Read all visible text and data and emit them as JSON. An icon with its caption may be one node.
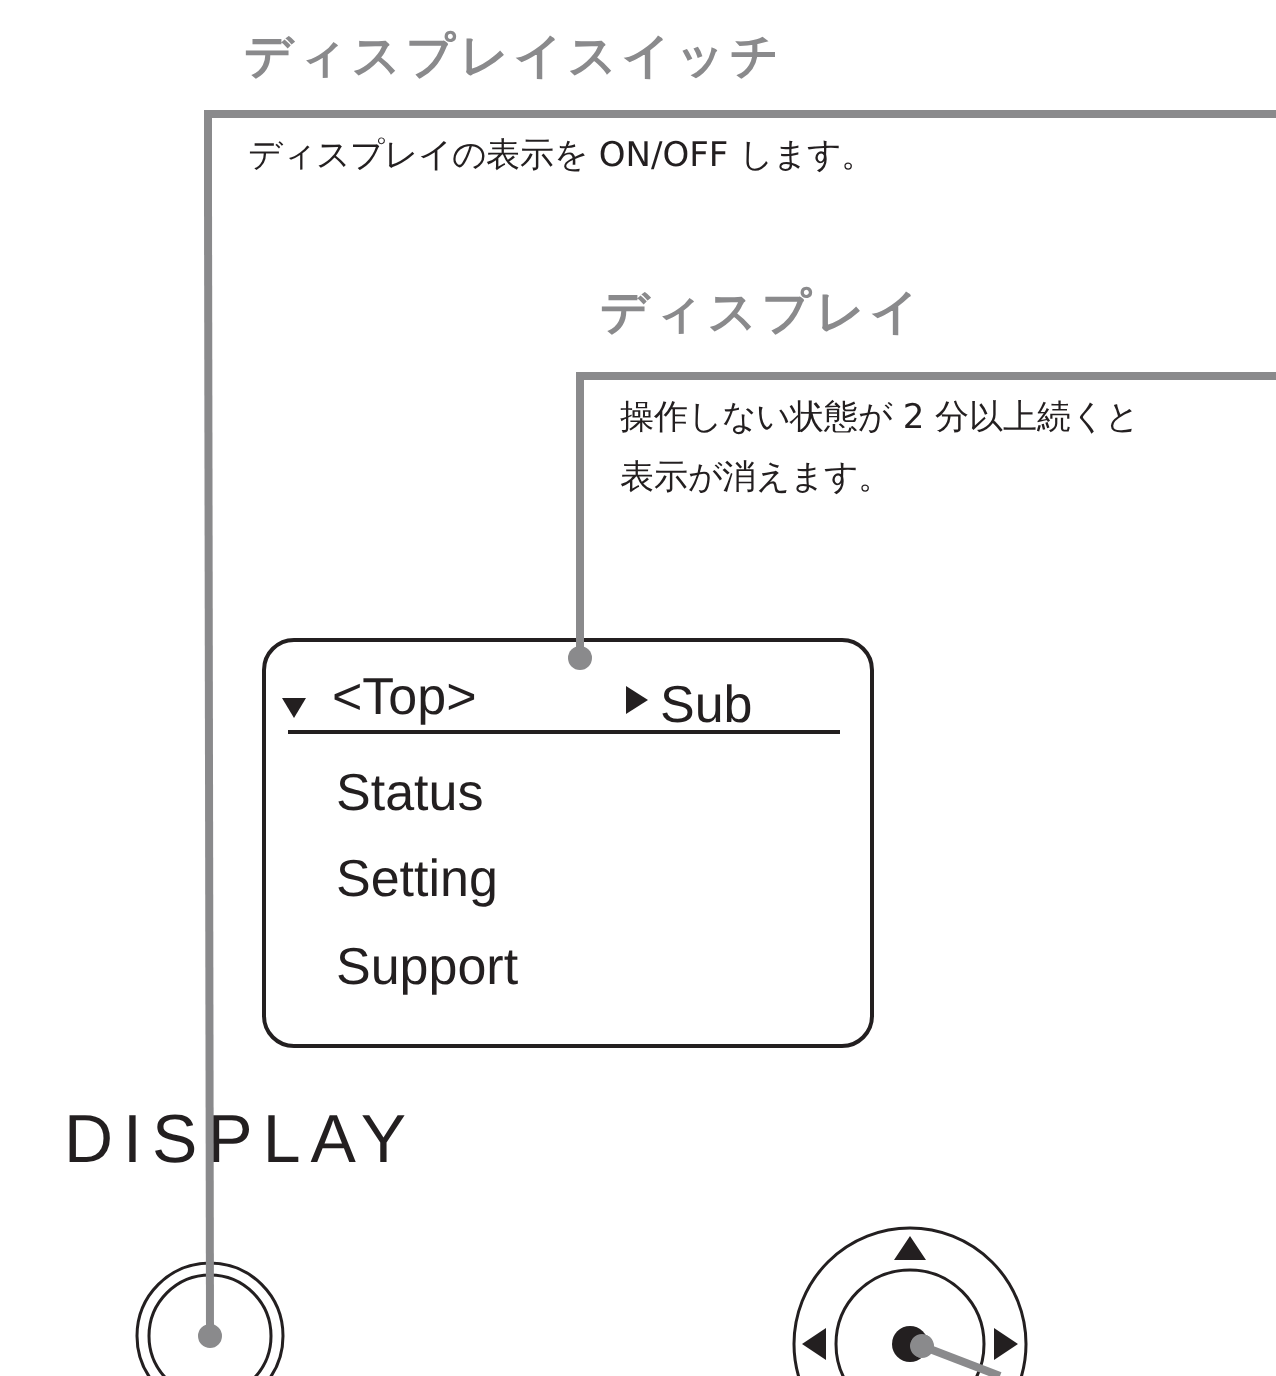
{
  "diagram": {
    "nodes": [
      {
        "text": [
          "ディスプレイスイッチ",
          "ディスプレイの表示を ON/OFF します。"
        ]
      },
      {
        "text": [
          "ディスプレイ",
          "操作しない状態が 2 分以上続くと表示が消えます。"
        ]
      },
      {
        "text": [
          "<Top>",
          "Sub",
          "Status",
          "Setting",
          "Support"
        ]
      },
      {
        "text": [],
        "shape": "circle",
        "beside": [
          "DISPLAY"
        ]
      },
      {
        "text": [],
        "shape": "circle"
      }
    ],
    "edges": [
      {
        "from": 0,
        "to": 3,
        "arrow": "other"
      },
      {
        "from": 1,
        "to": 2,
        "arrow": "other"
      },
      {
        "from": null,
        "to": 4,
        "arrow": "other"
      }
    ]
  }
}
